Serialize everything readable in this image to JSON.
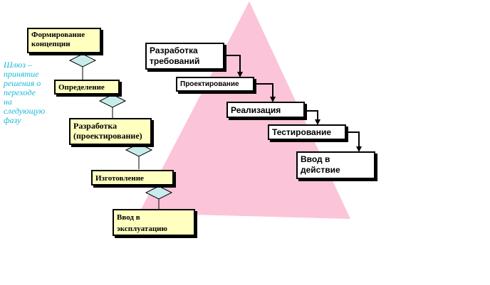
{
  "colors": {
    "triangle": "#fcc4d8",
    "gate": "#c8ecec",
    "gate_box": "#ffffc0",
    "note_text": "#1ab8d8",
    "line": "#000000"
  },
  "gates_flow": {
    "boxes": [
      {
        "lines": [
          "Формирование",
          "концепции"
        ]
      },
      {
        "lines": [
          "Определение"
        ]
      },
      {
        "lines": [
          "Разработка",
          "(проектирование)"
        ]
      },
      {
        "lines": [
          "Изготовление"
        ]
      },
      {
        "lines": [
          "Ввод в",
          "эксплуатацию"
        ]
      }
    ],
    "gate_shape": "diamond"
  },
  "note": {
    "lines": [
      "Шлюз –",
      "принятие",
      "решения о",
      "переходе",
      "на",
      "следующую",
      "фазу"
    ]
  },
  "waterfall": {
    "steps": [
      {
        "lines": [
          "Разработка",
          "требований"
        ]
      },
      {
        "lines": [
          "Проектирование"
        ]
      },
      {
        "lines": [
          "Реализация"
        ]
      },
      {
        "lines": [
          "Тестирование"
        ]
      },
      {
        "lines": [
          "Ввод в",
          "действие"
        ]
      }
    ]
  }
}
